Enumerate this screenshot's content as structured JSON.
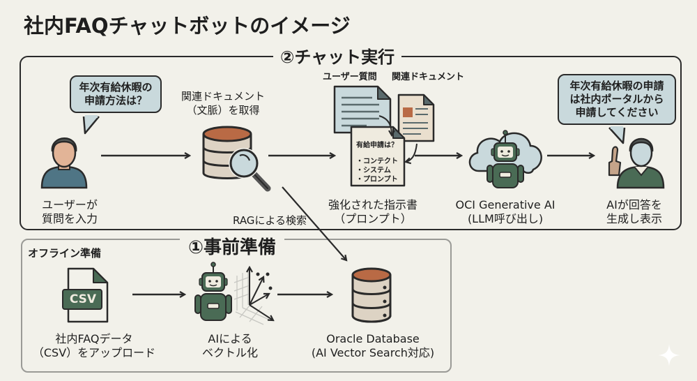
{
  "title": "社内FAQチャットボットのイメージ",
  "chat_section": {
    "title": "②チャット実行",
    "user_bubble": [
      "年次有給休暇の",
      "申請方法は？"
    ],
    "user_label": [
      "ユーザーが",
      "質問を入力"
    ],
    "retrieve_label": [
      "関連ドキュメント",
      "（文脈）を取得"
    ],
    "rag_label": "RAGによる検索",
    "doc_labels": {
      "question": "ユーザー質問",
      "related": "関連ドキュメント"
    },
    "prompt_doc": {
      "heading": "有給申請は？",
      "items": [
        "・コンテクト",
        "・システム",
        "・プロンプト"
      ]
    },
    "prompt_label": [
      "強化された指示書",
      "（プロンプト）"
    ],
    "llm_label": [
      "OCI Generative AI",
      "(LLM呼び出し)"
    ],
    "answer_bubble": [
      "年次有給休暇の申請",
      "は社内ポータルから",
      "申請してください"
    ],
    "answer_label": [
      "AIが回答を",
      "生成し表示"
    ]
  },
  "prep_section": {
    "title": "①事前準備",
    "offline_label": "オフライン準備",
    "csv_icon_text": "CSV",
    "upload_label": [
      "社内FAQデータ",
      "（CSV）をアップロード"
    ],
    "vectorize_label": [
      "AIによる",
      "ベクトル化"
    ],
    "db_label": [
      "Oracle Database",
      "(AI Vector Search対応)"
    ]
  },
  "colors": {
    "background": "#f2f1ea",
    "stroke": "#2a2a2a",
    "robot_green": "#4a6b55",
    "db_top": "#b96a45",
    "db_body": "#ddd3c4",
    "bubble": "#c9d9dc",
    "user_shirt": "#4f7585",
    "skin": "#e2b497"
  }
}
